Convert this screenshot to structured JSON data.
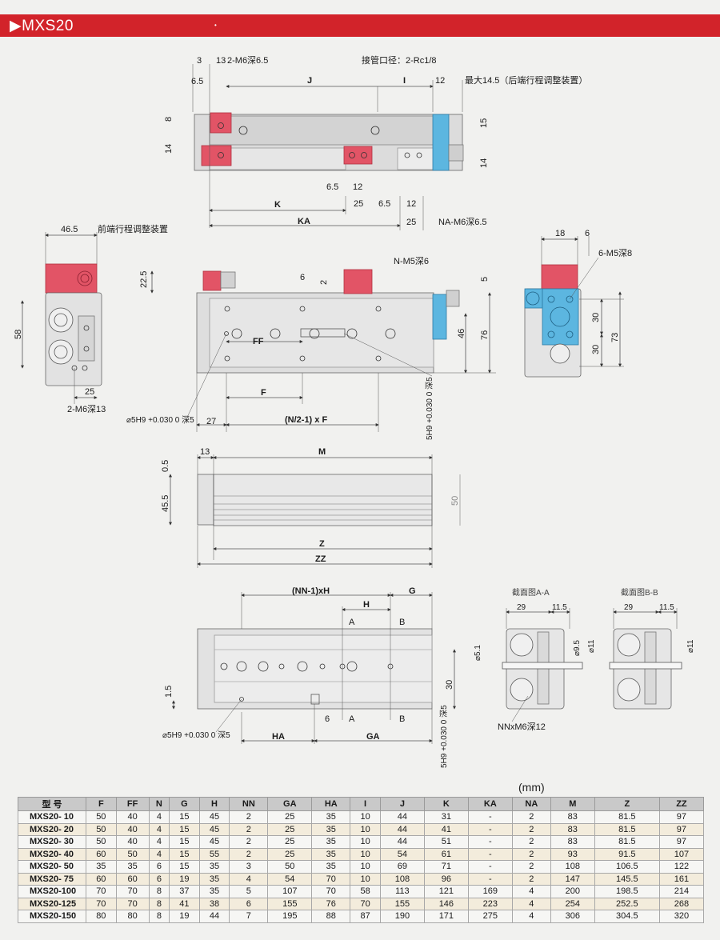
{
  "header": {
    "title": "▶MXS20",
    "dot": "•"
  },
  "view_top": {
    "dim_3": "3",
    "dim_13": "13",
    "tap_top": "2-M6深6.5",
    "pipe_port": "接管口径：2-Rc1/8",
    "dim_6_5": "6.5",
    "dim_J": "J",
    "dim_I": "I",
    "dim_12": "12",
    "max_note": "最大14.5（后端行程调整装置）",
    "dim_8": "8",
    "dim_14": "14",
    "dim_15": "15",
    "dim_14b": "14",
    "dim_6_5b": "6.5",
    "dim_12b": "12",
    "dim_25": "25",
    "dim_6_5c": "6.5",
    "dim_12c": "12",
    "dim_K": "K",
    "dim_25b": "25",
    "dim_KA": "KA",
    "tap_na": "NA-M6深6.5"
  },
  "view_left": {
    "dim_46_5": "46.5",
    "front_note": "前端行程调整装置",
    "dim_58": "58",
    "dim_25": "25",
    "tap_side": "2-M6深13"
  },
  "view_plan": {
    "dim_22_5": "22.5",
    "dim_6": "6",
    "dim_2": "2",
    "tap_n": "N-M5深6",
    "dim_5": "5",
    "dim_46": "46",
    "dim_76": "76",
    "dim_FF": "FF",
    "dim_F": "F",
    "dim_27": "27",
    "hole_left": "⌀5H9 +0.030 0 深5",
    "formula": "(N/2-1) x F",
    "hole_slot": "5H9 +0.030 0 深5"
  },
  "view_end": {
    "dim_18": "18",
    "dim_6": "6",
    "tap_end": "6-M5深8",
    "dim_30a": "30",
    "dim_30b": "30",
    "dim_73": "73"
  },
  "view_side": {
    "dim_13": "13",
    "dim_M": "M",
    "dim_0_5": "0.5",
    "dim_45_5": "45.5",
    "dim_50": "50",
    "dim_Z": "Z",
    "dim_ZZ": "ZZ"
  },
  "view_bottom": {
    "dim_NN": "(NN-1)xH",
    "dim_G": "G",
    "dim_H": "H",
    "sec_A": "A",
    "sec_B": "B",
    "sec_A2": "A",
    "sec_B2": "B",
    "dim_1_5": "1.5",
    "dim_30": "30",
    "dim_6": "6",
    "dim_HA": "HA",
    "dim_GA": "GA",
    "hole_left": "⌀5H9 +0.030 0 深5",
    "hole_slot": "5H9 +0.030 0 深5"
  },
  "sections": {
    "title_a": "截面图A-A",
    "title_b": "截面图B-B",
    "a_29": "29",
    "a_11_5": "11.5",
    "a_5_1": "⌀5.1",
    "a_9_5": "⌀9.5",
    "a_11": "⌀11",
    "b_29": "29",
    "b_11_5": "11.5",
    "b_11": "⌀11",
    "tap_nn": "NNxM6深12"
  },
  "table": {
    "unit": "(mm)",
    "headers": [
      "型 号",
      "F",
      "FF",
      "N",
      "G",
      "H",
      "NN",
      "GA",
      "HA",
      "I",
      "J",
      "K",
      "KA",
      "NA",
      "M",
      "Z",
      "ZZ"
    ],
    "rows": [
      [
        "MXS20- 10",
        "50",
        "40",
        "4",
        "15",
        "45",
        "2",
        "25",
        "35",
        "10",
        "44",
        "31",
        "-",
        "2",
        "83",
        "81.5",
        "97"
      ],
      [
        "MXS20- 20",
        "50",
        "40",
        "4",
        "15",
        "45",
        "2",
        "25",
        "35",
        "10",
        "44",
        "41",
        "-",
        "2",
        "83",
        "81.5",
        "97"
      ],
      [
        "MXS20- 30",
        "50",
        "40",
        "4",
        "15",
        "45",
        "2",
        "25",
        "35",
        "10",
        "44",
        "51",
        "-",
        "2",
        "83",
        "81.5",
        "97"
      ],
      [
        "MXS20- 40",
        "60",
        "50",
        "4",
        "15",
        "55",
        "2",
        "25",
        "35",
        "10",
        "54",
        "61",
        "-",
        "2",
        "93",
        "91.5",
        "107"
      ],
      [
        "MXS20- 50",
        "35",
        "35",
        "6",
        "15",
        "35",
        "3",
        "50",
        "35",
        "10",
        "69",
        "71",
        "-",
        "2",
        "108",
        "106.5",
        "122"
      ],
      [
        "MXS20- 75",
        "60",
        "60",
        "6",
        "19",
        "35",
        "4",
        "54",
        "70",
        "10",
        "108",
        "96",
        "-",
        "2",
        "147",
        "145.5",
        "161"
      ],
      [
        "MXS20-100",
        "70",
        "70",
        "8",
        "37",
        "35",
        "5",
        "107",
        "70",
        "58",
        "113",
        "121",
        "169",
        "4",
        "200",
        "198.5",
        "214"
      ],
      [
        "MXS20-125",
        "70",
        "70",
        "8",
        "41",
        "38",
        "6",
        "155",
        "76",
        "70",
        "155",
        "146",
        "223",
        "4",
        "254",
        "252.5",
        "268"
      ],
      [
        "MXS20-150",
        "80",
        "80",
        "8",
        "19",
        "44",
        "7",
        "195",
        "88",
        "87",
        "190",
        "171",
        "275",
        "4",
        "306",
        "304.5",
        "320"
      ]
    ]
  },
  "colors": {
    "header": "#d2232a",
    "red_part": "#e25466",
    "blue_part": "#5cb6e0",
    "body": "#d8d9d8"
  }
}
